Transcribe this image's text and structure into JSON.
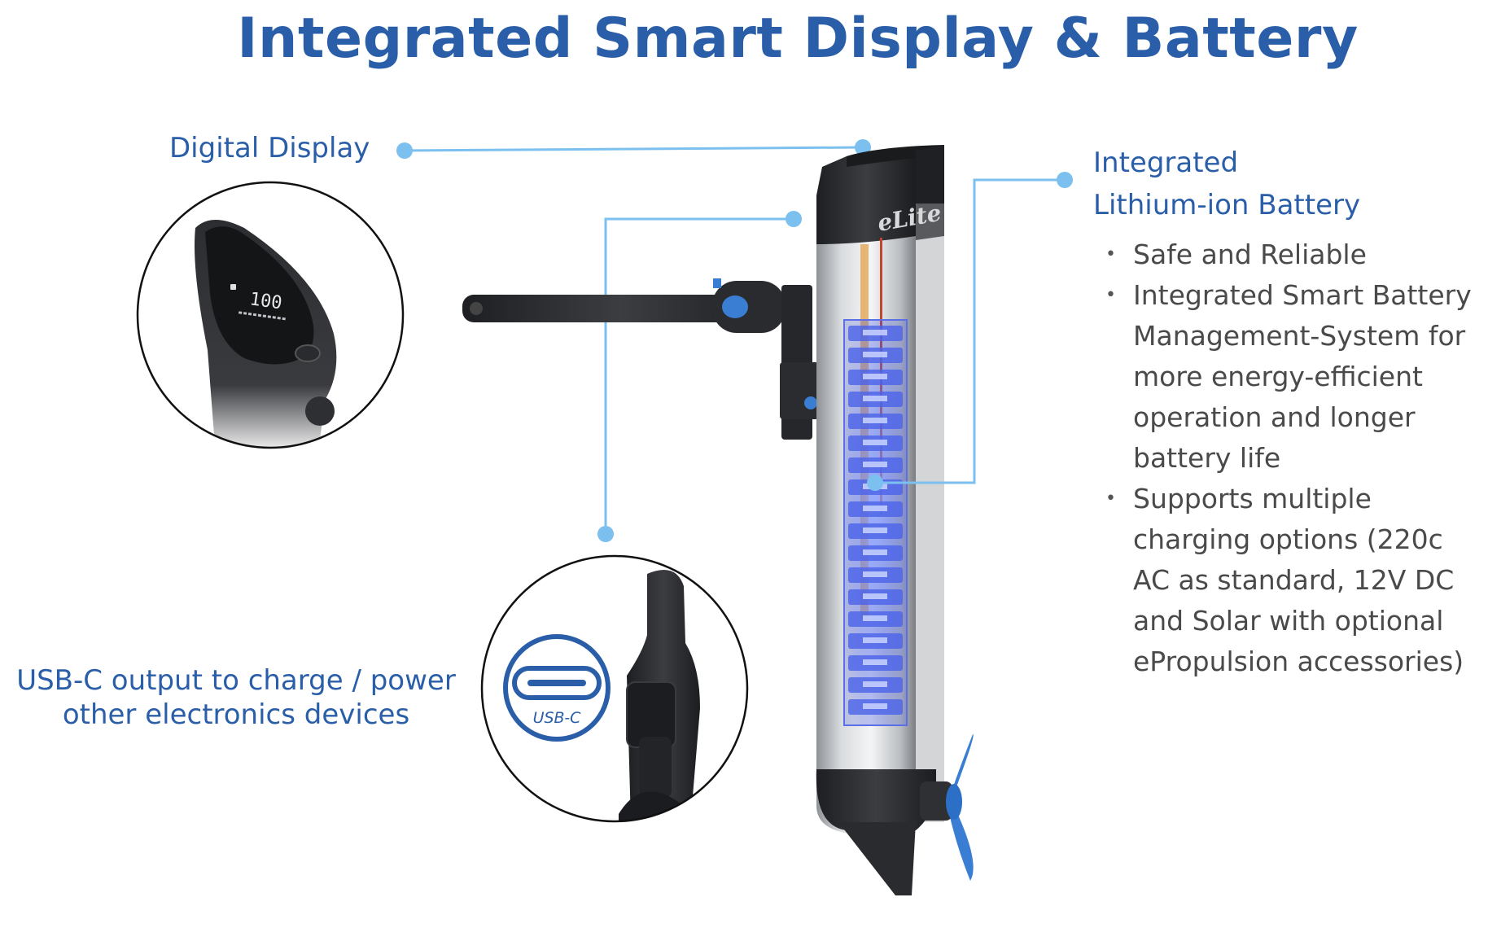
{
  "title": "Integrated Smart Display & Battery",
  "labels": {
    "digital_display": "Digital Display",
    "battery_line1": "Integrated",
    "battery_line2": "Lithium-ion Battery",
    "usb_line1": "USB-C output to charge / power",
    "usb_line2": "other electronics devices"
  },
  "battery_features": [
    "Safe and Reliable",
    "Integrated Smart Battery Management-System for more energy-efficient operation and longer battery life",
    "Supports multiple charging options (220c AC as standard, 12V DC and Solar with optional ePropulsion accessories)"
  ],
  "display_readout": "100",
  "product_brand": "eLite",
  "usb_badge": "USB-C",
  "colors": {
    "title_blue": "#2a5ea8",
    "callout_line": "#7cc0ef",
    "body_text": "#4a4a4a",
    "cell_glow": "#4b63e8",
    "motor_dark": "#2e2f33",
    "propeller_blue": "#3a7ed4"
  }
}
